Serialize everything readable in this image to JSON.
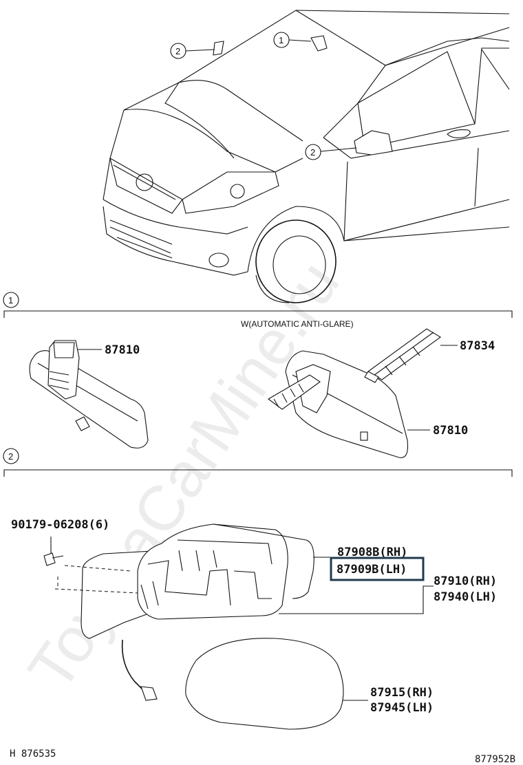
{
  "watermark": "ToyotaCarMine.ru",
  "callouts": {
    "c1_top": "1",
    "c2_top": "2",
    "c2_mid": "2"
  },
  "sections": {
    "s1": {
      "num": "1"
    },
    "s2": {
      "num": "2"
    }
  },
  "section1": {
    "note": "W(AUTOMATIC ANTI-GLARE)",
    "left_part": "87810",
    "right_part_upper": "87834",
    "right_part_lower": "87810"
  },
  "section2": {
    "screw": "90179-06208(6)",
    "cover_rh": "87908B(RH)",
    "cover_lh": "87909B(LH)",
    "assy_rh": "87910(RH)",
    "assy_lh": "87940(LH)",
    "glass_rh": "87915(RH)",
    "glass_lh": "87945(LH)"
  },
  "footer": {
    "left": "H 876535",
    "right": "877952B"
  },
  "colors": {
    "highlight_box": "#1f3a4d",
    "ink": "#111111"
  }
}
